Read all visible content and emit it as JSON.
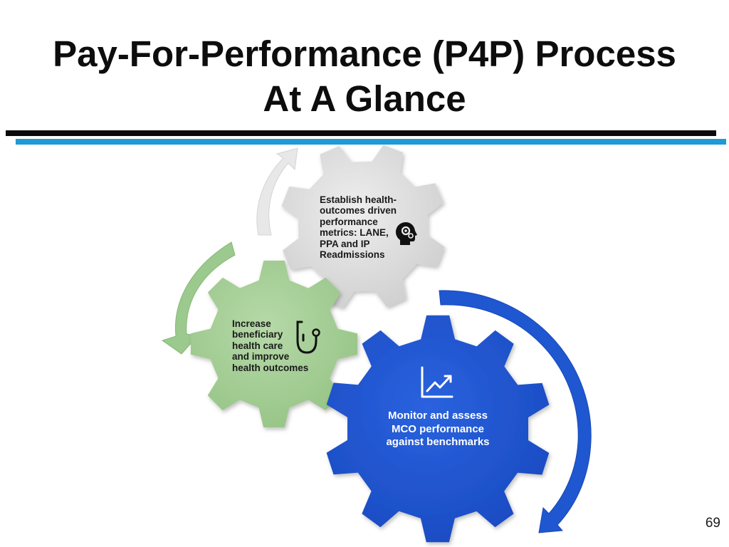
{
  "slide": {
    "title_lines": [
      "Pay-For-Performance (P4P) Process",
      "At A Glance"
    ],
    "page_number": "69"
  },
  "gears": [
    {
      "name": "establish-metrics",
      "lines": [
        "Establish health-",
        "outcomes driven",
        "performance",
        "metrics: LANE,",
        "PPA and IP",
        "Readmissions"
      ],
      "icon": "head-gears-icon",
      "color": "#d8d8d8"
    },
    {
      "name": "increase-care",
      "lines": [
        "Increase",
        "beneficiary",
        "health care",
        "and improve",
        "health outcomes"
      ],
      "icon": "stethoscope-icon",
      "color": "#a6cf98"
    },
    {
      "name": "monitor-assess",
      "lines": [
        "Monitor and assess",
        "MCO performance",
        "against benchmarks"
      ],
      "icon": "trend-chart-icon",
      "color": "#1f57d1"
    }
  ],
  "colors": {
    "title_rule": "#0a0a0a",
    "accent_rule": "#1e9ad6",
    "arrow_gray": "#e8e8e8",
    "arrow_green": "#9cc98e",
    "arrow_blue": "#1f57d1"
  }
}
